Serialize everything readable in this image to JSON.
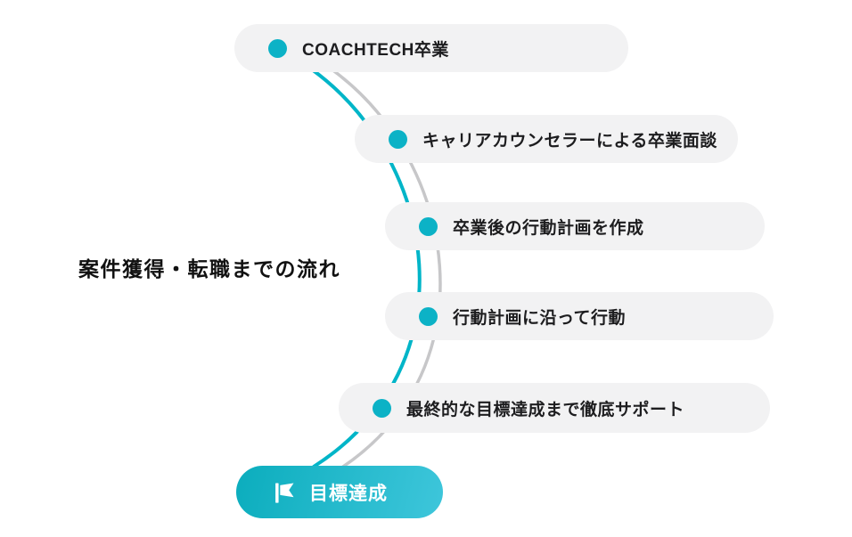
{
  "title": "案件獲得・転職までの流れ",
  "steps": [
    {
      "label": "COACHTECH卒業"
    },
    {
      "label": "キャリアカウンセラーによる卒業面談"
    },
    {
      "label": "卒業後の行動計画を作成"
    },
    {
      "label": "行動計画に沿って行動"
    },
    {
      "label": "最終的な目標達成まで徹底サポート"
    }
  ],
  "goal": {
    "label": "目標達成"
  },
  "icons": {
    "step_marker": "teal-dot-icon",
    "goal_marker": "flag-icon"
  },
  "colors": {
    "accent_teal": "#0cb2c6",
    "curve_teal": "#00b5c8",
    "curve_gray": "#c7c7c9",
    "pill_background": "#f2f2f3",
    "goal_gradient_start": "#0badbd",
    "goal_gradient_end": "#3ec6db",
    "text_dark": "#1d1d1f",
    "text_light": "#ffffff"
  }
}
